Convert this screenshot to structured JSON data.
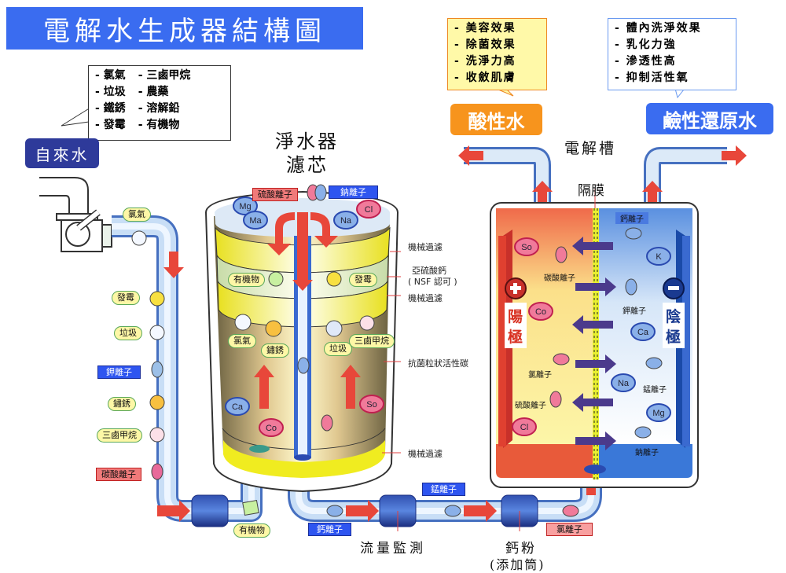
{
  "title": "電解水生成器結構圖",
  "tap_water": {
    "label": "自來水",
    "contaminants_col1": [
      "- 氯氣",
      "- 垃圾",
      "- 鐵銹",
      "- 發霉"
    ],
    "contaminants_col2": [
      "- 三鹵甲烷",
      "- 農藥",
      "- 溶解鉛",
      "- 有機物"
    ]
  },
  "acid_water": {
    "label": "酸性水",
    "benefits": [
      "- 美容效果",
      "- 除菌效果",
      "- 洗淨力高",
      "- 收斂肌膚"
    ]
  },
  "alkaline_water": {
    "label": "鹼性還原水",
    "benefits": [
      "- 體內洗淨效果",
      "- 乳化力強",
      "- 滲透性高",
      "- 抑制活性氧"
    ]
  },
  "filter": {
    "title_line1": "淨水器",
    "title_line2": "濾芯",
    "layers": [
      "機械過濾",
      "亞硫酸鈣",
      "( NSF 認可 )",
      "機械過濾",
      "抗菌粒狀活性碳",
      "機械過濾"
    ],
    "top_labels": {
      "sulfate": "硫酸離子",
      "sodium": "鈉離子"
    },
    "inside_labels": [
      "有機物",
      "發霉",
      "氯氣",
      "鏽銹",
      "垃圾",
      "三鹵甲烷"
    ],
    "ions": [
      "Mg",
      "Ma",
      "Na",
      "Cl",
      "Ca",
      "Co",
      "So"
    ]
  },
  "inlet_pipe": {
    "labels": [
      {
        "text": "氯氣",
        "style": "pill"
      },
      {
        "text": "發霉",
        "style": "pill"
      },
      {
        "text": "垃圾",
        "style": "pill"
      },
      {
        "text": "鉀離子",
        "style": "blue"
      },
      {
        "text": "鏽銹",
        "style": "pill"
      },
      {
        "text": "三鹵甲烷",
        "style": "pill"
      },
      {
        "text": "碳酸離子",
        "style": "red"
      }
    ],
    "bottom_label": "有機物"
  },
  "outlet_pipe": {
    "calcium_label": "鈣離子",
    "manganese_label": "錳離子",
    "chlorine_label": "氯離子",
    "flow_meter": "流量監測",
    "calcium_powder_line1": "鈣粉",
    "calcium_powder_line2": "(添加筒)"
  },
  "electrolysis_tank": {
    "title": "電解槽",
    "membrane": "隔膜",
    "anode": {
      "sign": "+",
      "chars": [
        "陽",
        "極"
      ]
    },
    "cathode": {
      "sign": "−",
      "chars": [
        "陰",
        "極"
      ]
    },
    "anode_side_labels": [
      "碳酸離子",
      "氯離子",
      "硫酸離子"
    ],
    "cathode_side_labels": [
      "鈣離子",
      "鉀離子",
      "錳離子",
      "鈉離子"
    ],
    "anode_ions": [
      "So",
      "Co",
      "Cl"
    ],
    "cathode_ions": [
      "K",
      "Ca",
      "Na",
      "Mg"
    ]
  },
  "colors": {
    "title_blue": "#3a6cf0",
    "tap_navy": "#2e3a9a",
    "acid_orange": "#f7941d",
    "flow_red": "#e8473a",
    "pipe_blue": "#9cc4ee",
    "filter_yellow": "#f4f020",
    "ion_arrow_purple": "#4b3a8c"
  }
}
